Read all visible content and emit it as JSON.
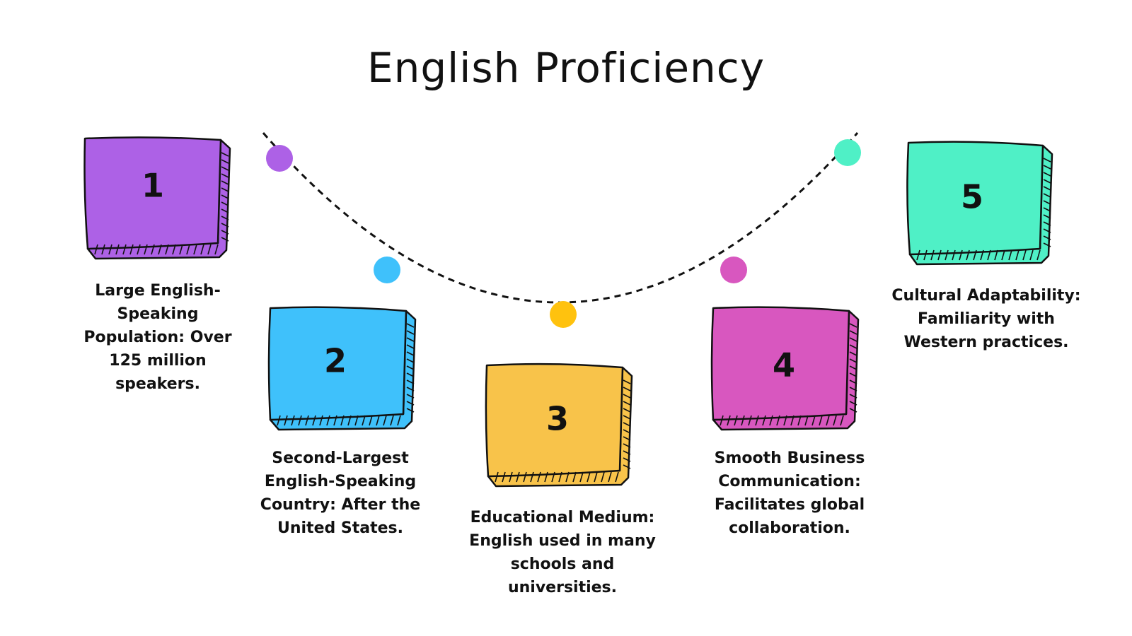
{
  "title": "English Proficiency",
  "colors": {
    "purple": "#ad61e6",
    "blue": "#3fc1fb",
    "yellow": "#f8c34a",
    "pink": "#d857bf",
    "teal": "#4ff0c6",
    "dot_yellow": "#ffc20e"
  },
  "steps": [
    {
      "number": "1",
      "caption": "Large English-Speaking Population: Over 125 million speakers."
    },
    {
      "number": "2",
      "caption": "Second-Largest English-Speaking Country: After the United States."
    },
    {
      "number": "3",
      "caption": "Educational Medium: English used in many schools and universities."
    },
    {
      "number": "4",
      "caption": "Smooth Business Communication: Facilitates global collaboration."
    },
    {
      "number": "5",
      "caption": "Cultural Adaptability: Familiarity with Western practices."
    }
  ]
}
